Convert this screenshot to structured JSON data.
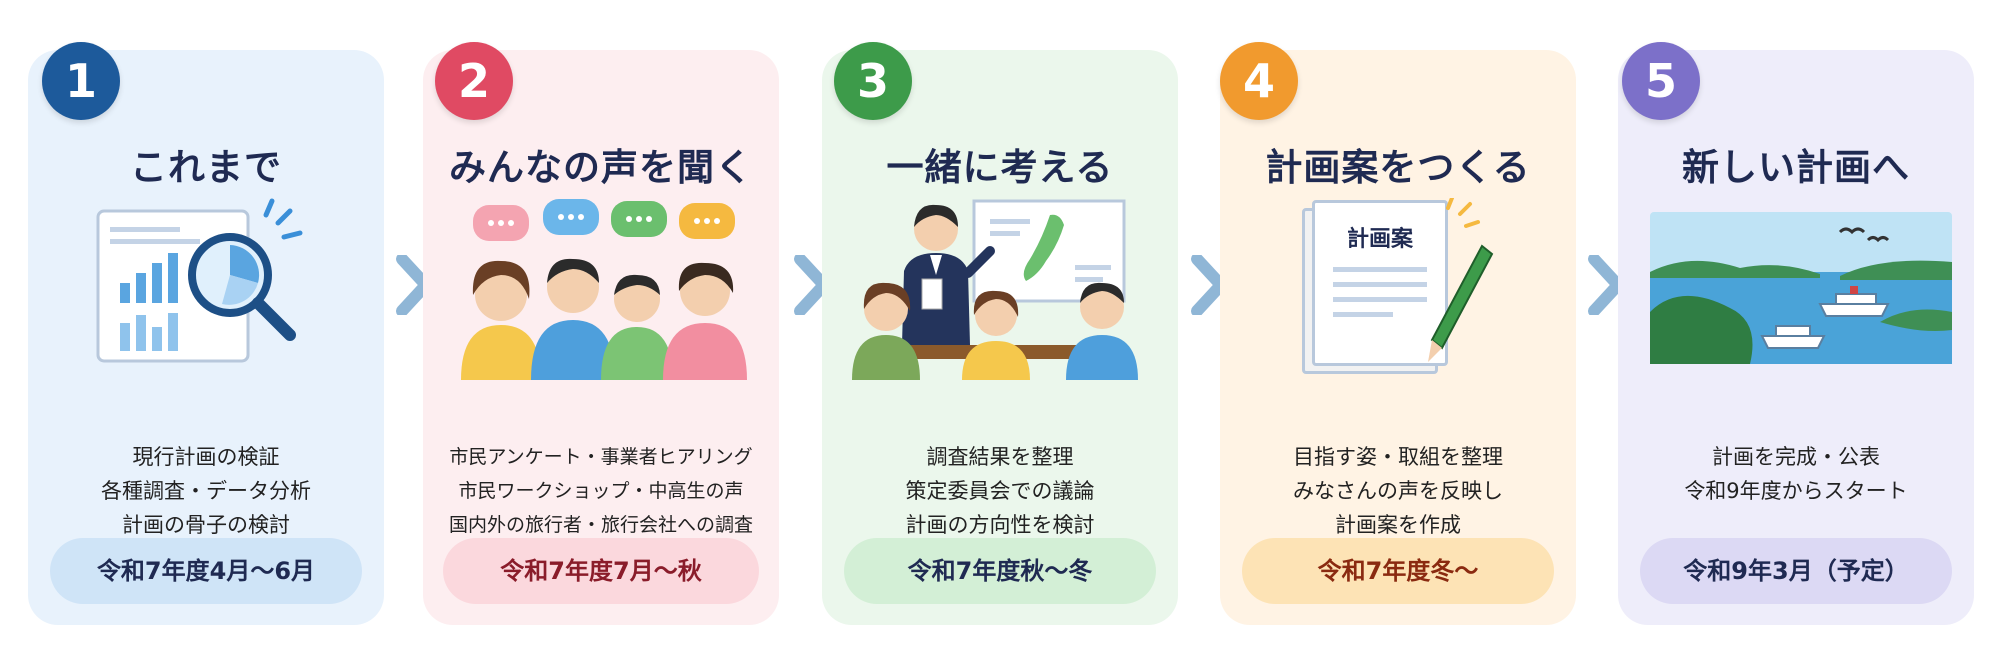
{
  "steps": [
    {
      "number": "1",
      "title": "これまで",
      "lines": [
        "現行計画の検証",
        "各種調査・データ分析",
        "計画の骨子の検討"
      ],
      "period": "令和7年度4月〜6月"
    },
    {
      "number": "2",
      "title": "みんなの声を聞く",
      "lines": [
        "市民アンケート・事業者ヒアリング",
        "市民ワークショップ・中高生の声",
        "国内外の旅行者・旅行会社への調査"
      ],
      "period": "令和7年度7月〜秋"
    },
    {
      "number": "3",
      "title": "一緒に考える",
      "lines": [
        "調査結果を整理",
        "策定委員会での議論",
        "計画の方向性を検討"
      ],
      "period": "令和7年度秋〜冬"
    },
    {
      "number": "4",
      "title": "計画案をつくる",
      "lines": [
        "目指す姿・取組を整理",
        "みなさんの声を反映し",
        "計画案を作成"
      ],
      "document_label": "計画案",
      "period": "令和7年度冬〜"
    },
    {
      "number": "5",
      "title": "新しい計画へ",
      "lines": [
        "計画を完成・公表",
        "令和9年度からスタート"
      ],
      "period": "令和9年3月（予定）"
    }
  ],
  "colors": {
    "card_bg": [
      "#e8f2fc",
      "#fdeef0",
      "#ebf7ec",
      "#fff3e4",
      "#eeedfa"
    ],
    "badge": [
      "#1d5a9b",
      "#e04a63",
      "#3d9b4a",
      "#f19a2e",
      "#7c70c9"
    ],
    "pill_bg": [
      "#cfe4f7",
      "#fbd8dd",
      "#d3efd6",
      "#fde3b5",
      "#dcd9f4"
    ],
    "pill_text": [
      "#1f2a52",
      "#8a1c2a",
      "#1f2a52",
      "#8a2a10",
      "#1f2a52"
    ],
    "arrow": "#8fb6d6"
  }
}
